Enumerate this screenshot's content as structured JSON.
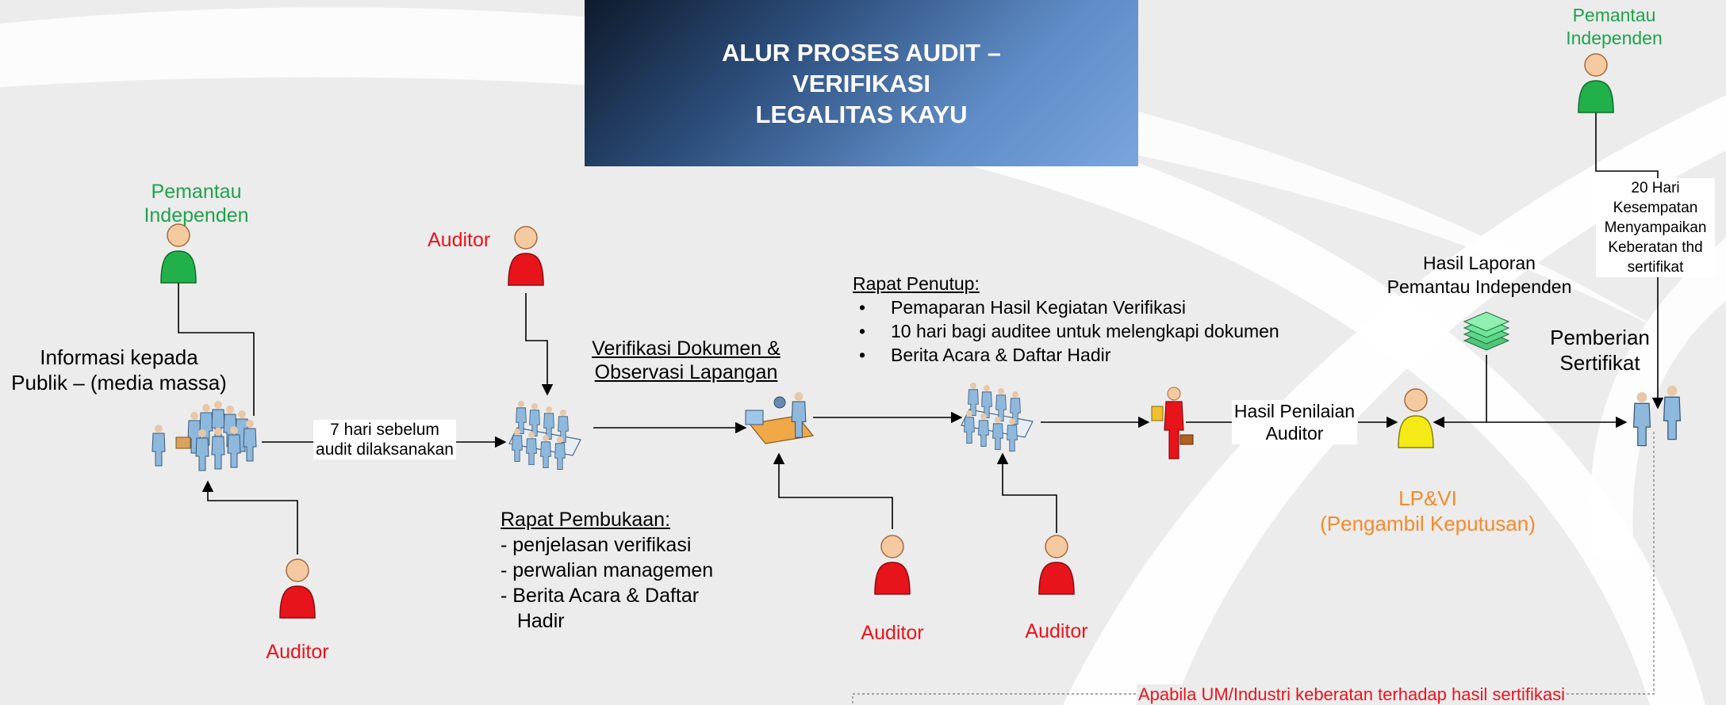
{
  "title": {
    "line1": "ALUR PROSES AUDIT –",
    "line2": "VERIFIKASI",
    "line3": "LEGALITAS KAYU"
  },
  "labels": {
    "pemantau_left": {
      "line1": "Pemantau",
      "line2": "Independen"
    },
    "pemantau_top_right": {
      "line1": "Pemantau",
      "line2": "Independen"
    },
    "informasi": {
      "line1": "Informasi kepada",
      "line2": "Publik – (media massa)"
    },
    "auditor_top": "Auditor",
    "auditor_left_bottom": "Auditor",
    "auditor_mid_bottom": "Auditor",
    "auditor_right_bottom": "Auditor",
    "seven_days": {
      "line1": "7 hari sebelum",
      "line2": "audit dilaksanakan"
    },
    "verifikasi": {
      "line1": "Verifikasi Dokumen &",
      "line2": "Observasi Lapangan"
    },
    "rapat_pembukaan": {
      "heading": "Rapat Pembukaan:",
      "items": [
        "- penjelasan verifikasi",
        "- perwalian managemen",
        "- Berita Acara & Daftar",
        "   Hadir"
      ]
    },
    "rapat_penutup": {
      "heading": "Rapat Penutup:",
      "items": [
        "Pemaparan Hasil Kegiatan Verifikasi",
        "10 hari bagi auditee untuk melengkapi dokumen",
        "Berita Acara & Daftar Hadir"
      ]
    },
    "hasil_penilaian": {
      "line1": "Hasil Penilaian",
      "line2": "Auditor"
    },
    "hasil_laporan": {
      "line1": "Hasil Laporan",
      "line2": "Pemantau Independen"
    },
    "lpvi": {
      "line1": "LP&VI",
      "line2": "(Pengambil Keputusan)"
    },
    "twenty_days": {
      "line1": "20 Hari",
      "line2": "Kesempatan",
      "line3": "Menyampaikan",
      "line4": "Keberatan thd",
      "line5": "sertifikat"
    },
    "pemberian": {
      "line1": "Pemberian",
      "line2": "Sertifikat"
    },
    "apabila": "Apabila UM/Industri keberatan terhadap hasil sertifikasi"
  },
  "colors": {
    "auditor": "#e8141c",
    "pemantau": "#22b04a",
    "lpvi_figure": "#f4ea18",
    "lpvi_text": "#f58a2a",
    "people": "#8fb8dd",
    "title_gradient_start": "#0e1a2b",
    "title_gradient_end": "#7aa5df",
    "connector": "#000000"
  },
  "icons": [
    "person-icon",
    "group-people-icon",
    "meeting-table-icon",
    "worker-station-icon",
    "document-stack-icon",
    "handshake-icon",
    "businessman-briefcase-icon"
  ]
}
